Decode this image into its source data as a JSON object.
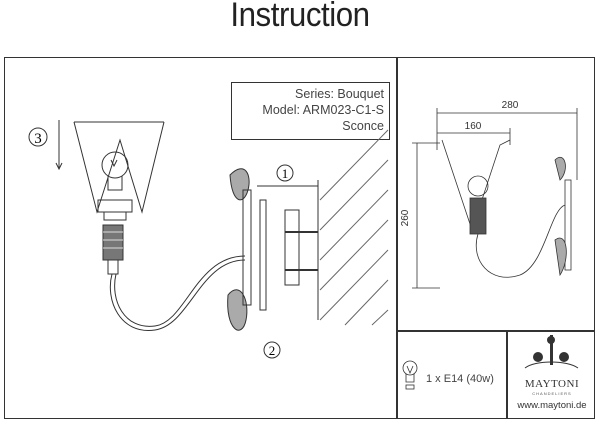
{
  "title": "Instruction",
  "info": {
    "series": "Series: Bouquet",
    "model": "Model: ARM023-C1-S",
    "type": "Sconce"
  },
  "callouts": {
    "one": "1",
    "two": "2",
    "three": "3"
  },
  "dimensions": {
    "width": "280",
    "shade_width": "160",
    "height": "260"
  },
  "bulb": {
    "icon": "light-bulb-icon",
    "spec": "1 x E14 (40w)"
  },
  "brand": {
    "name": "MAYTONI",
    "tagline": "CHANDELIERS",
    "url": "www.maytoni.de"
  }
}
